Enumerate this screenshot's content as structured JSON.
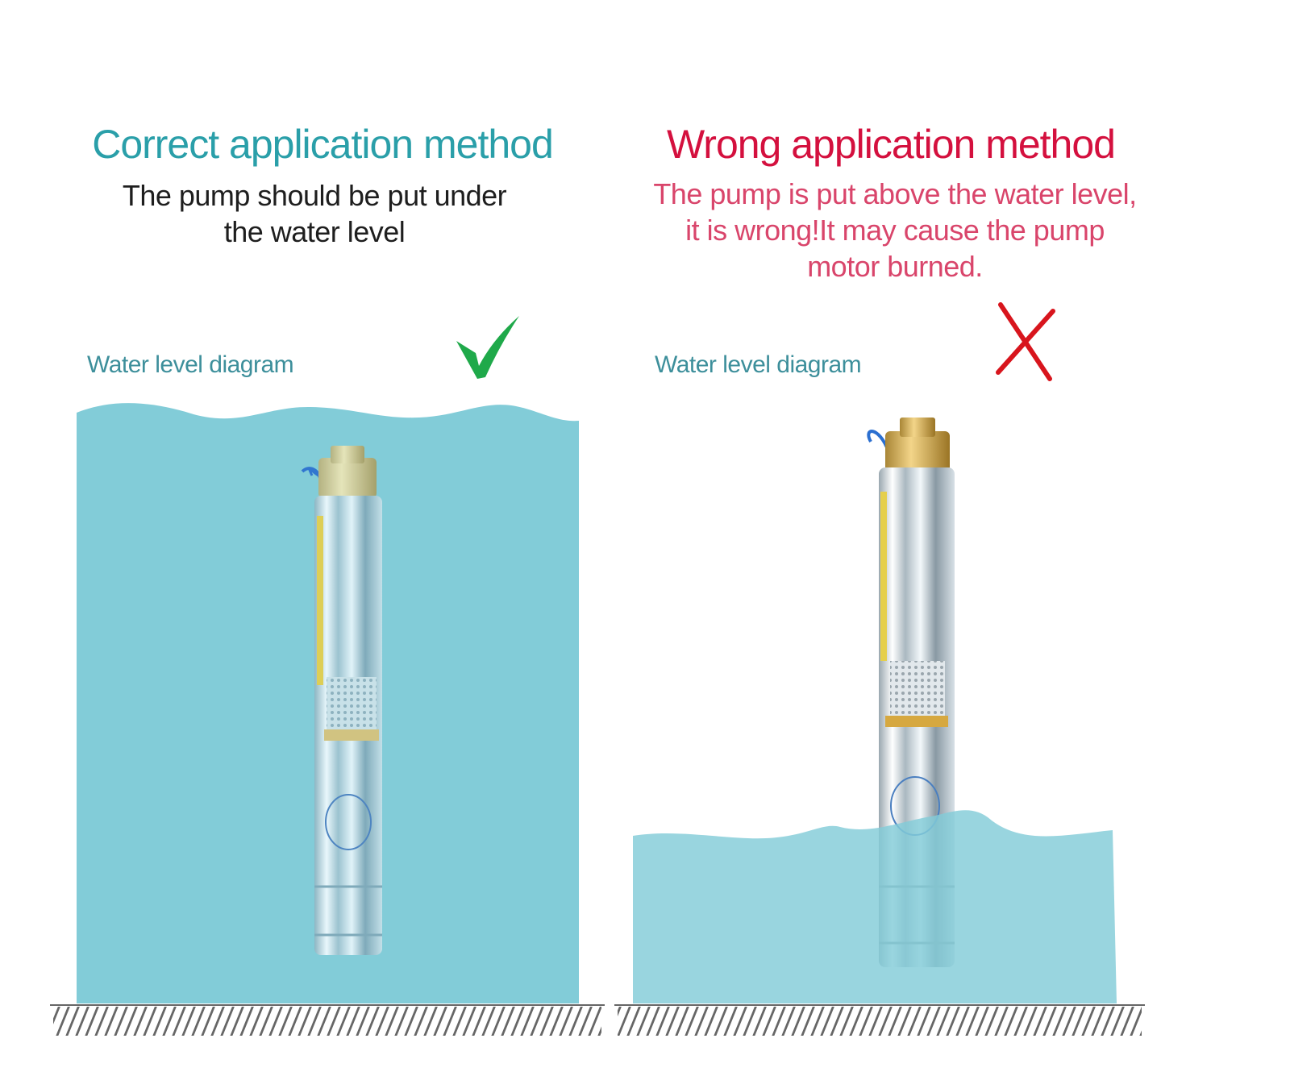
{
  "correct": {
    "title": "Correct application method",
    "description_lines": [
      "The pump should be put under",
      "the water level"
    ],
    "water_level_label": "Water level diagram",
    "status_icon": "checkmark-icon",
    "water_level_percent": 100
  },
  "wrong": {
    "title": "Wrong application method",
    "description_lines": [
      "The pump is put above the water level,",
      "it is wrong!It may cause the pump",
      "motor burned."
    ],
    "water_level_label": "Water level diagram",
    "status_icon": "cross-icon",
    "water_level_percent": 28
  },
  "colors": {
    "correct_accent": "#2a9fa9",
    "wrong_accent": "#d4103e",
    "wrong_text": "#d9456b",
    "water": "#82ccd8",
    "water_light": "#9bd7e0",
    "check_green": "#1fa94a",
    "cross_red": "#d8151d",
    "label_teal": "#3d8f9b",
    "ground_hatch": "#666666"
  }
}
